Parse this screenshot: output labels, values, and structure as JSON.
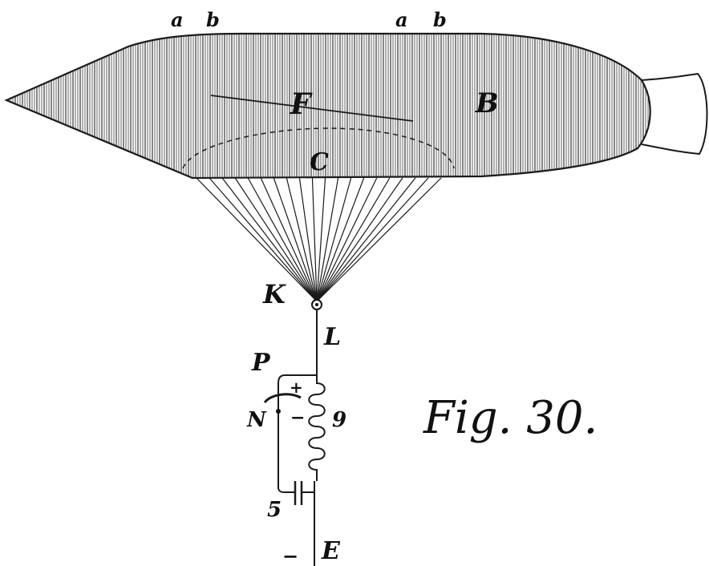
{
  "figure": {
    "caption": "Fig. 30.",
    "colors": {
      "ink": "#111111",
      "paper": "#ffffff"
    },
    "labels": {
      "a1": "a",
      "b1": "b",
      "a2": "a",
      "b2": "b",
      "F": "F",
      "B": "B",
      "C": "C",
      "K": "K",
      "L": "L",
      "P": "P",
      "plus": "+",
      "minus_inner": "−",
      "N": "N",
      "nine": "9",
      "five": "5",
      "minus_bottom": "−",
      "E": "E"
    }
  }
}
